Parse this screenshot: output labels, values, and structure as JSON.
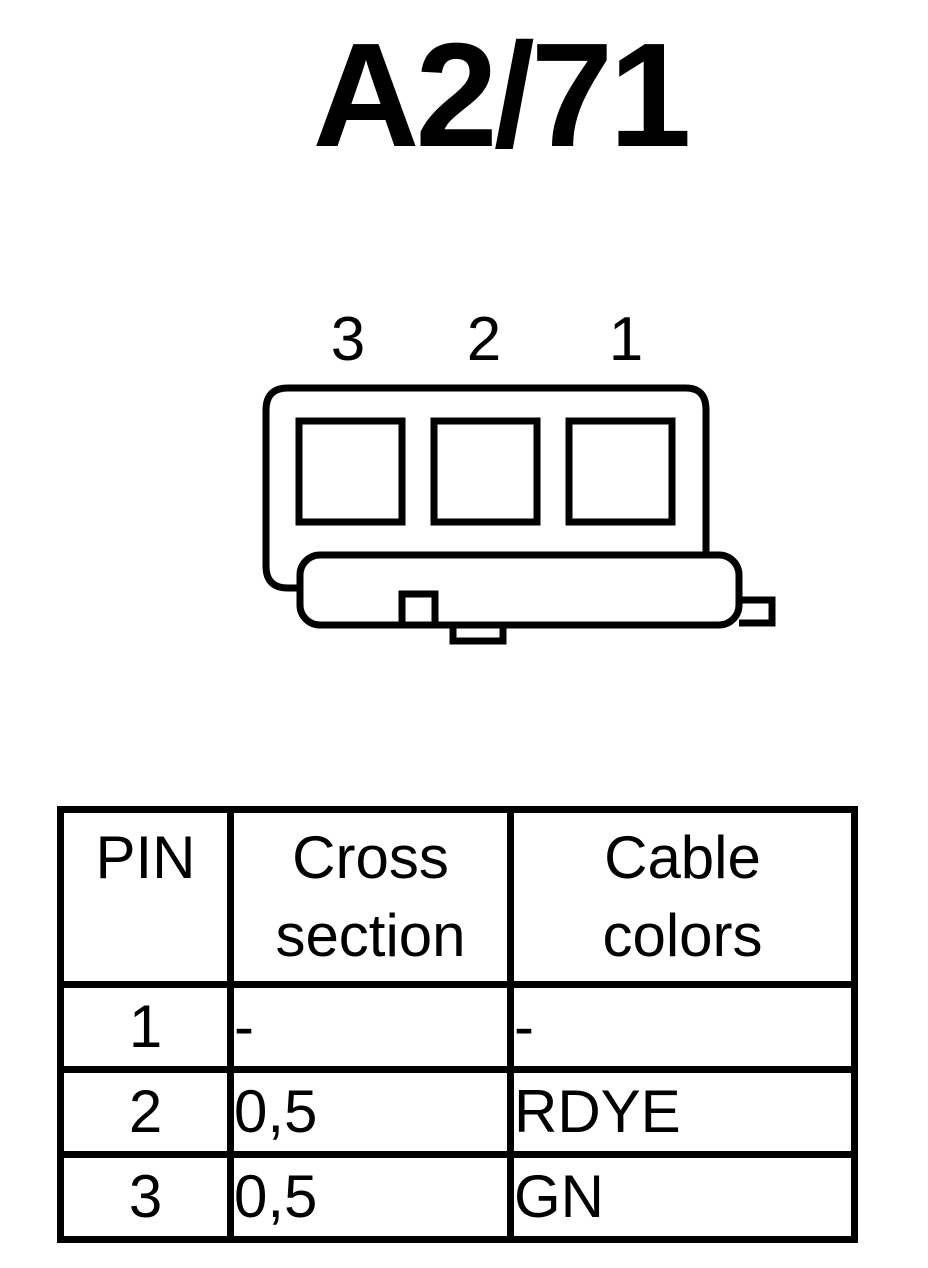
{
  "title": "A2/71",
  "connector": {
    "pin_labels": [
      "3",
      "2",
      "1"
    ]
  },
  "table": {
    "headers": {
      "pin": "PIN",
      "cross_section": [
        "Cross",
        "section"
      ],
      "cable_colors": [
        "Cable",
        "colors"
      ]
    },
    "rows": [
      {
        "pin": "1",
        "cross_section": "-",
        "cable_color": "-"
      },
      {
        "pin": "2",
        "cross_section": "0,5",
        "cable_color": "RDYE"
      },
      {
        "pin": "3",
        "cross_section": "0,5",
        "cable_color": "GN"
      }
    ]
  }
}
